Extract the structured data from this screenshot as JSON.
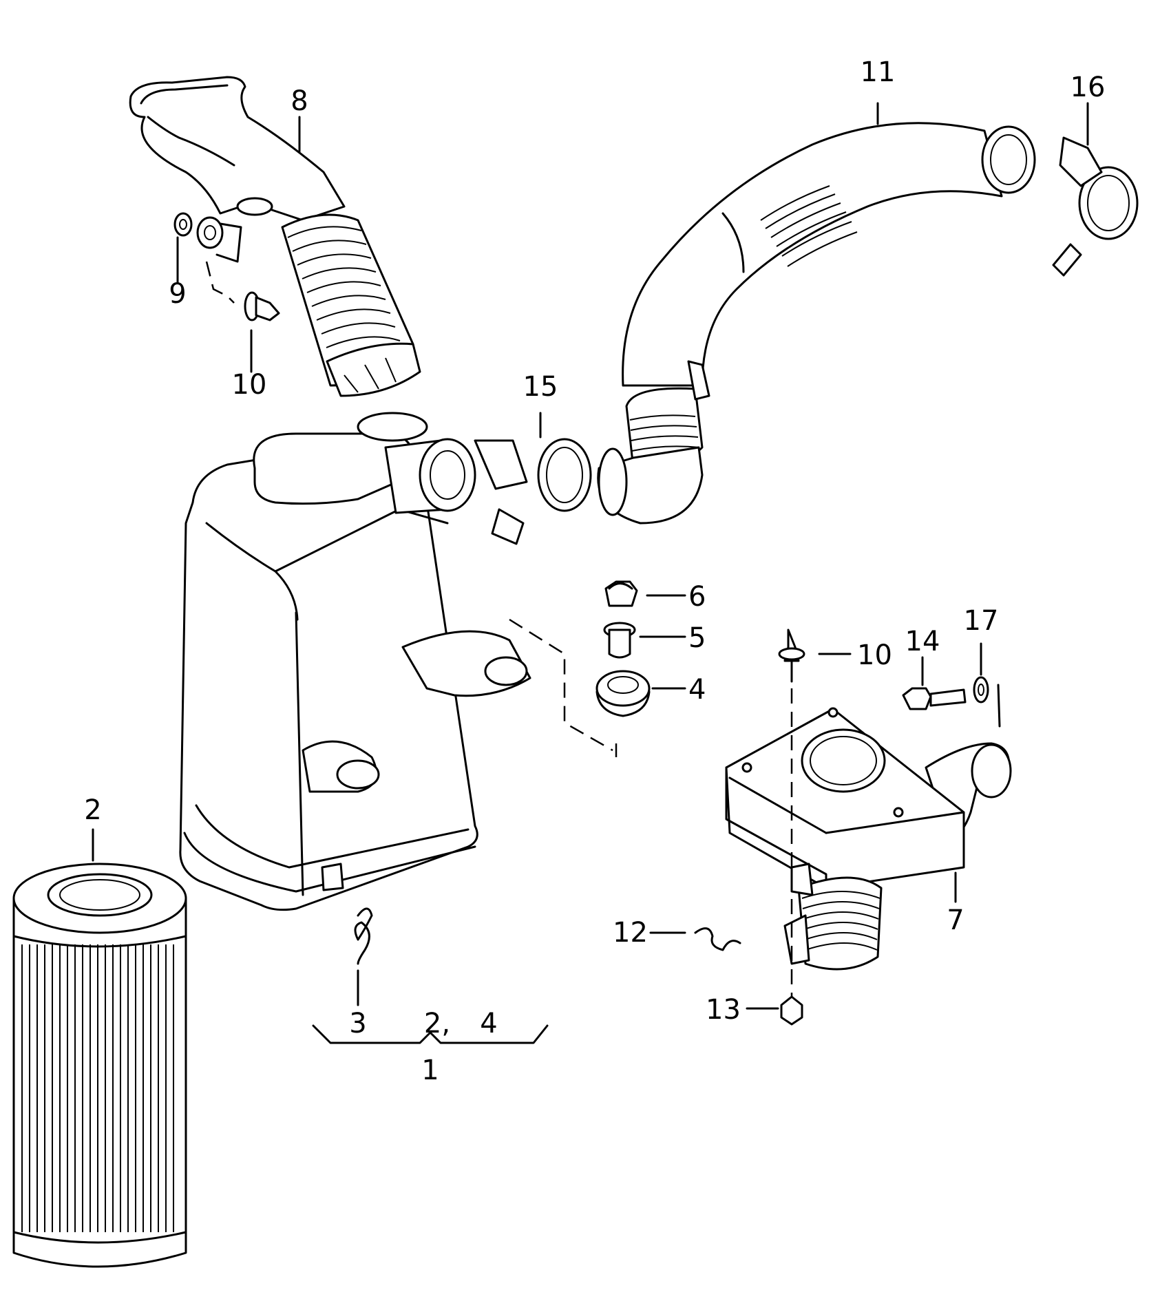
{
  "callouts": {
    "c1": "1",
    "c2_filter": "2",
    "c2_group": "2,",
    "c3": "3",
    "c4_group": "4",
    "c4": "4",
    "c5": "5",
    "c6": "6",
    "c7": "7",
    "c8": "8",
    "c9": "9",
    "c10_left": "10",
    "c10_right": "10",
    "c11": "11",
    "c12": "12",
    "c13": "13",
    "c14": "14",
    "c15": "15",
    "c16": "16",
    "c17": "17"
  }
}
